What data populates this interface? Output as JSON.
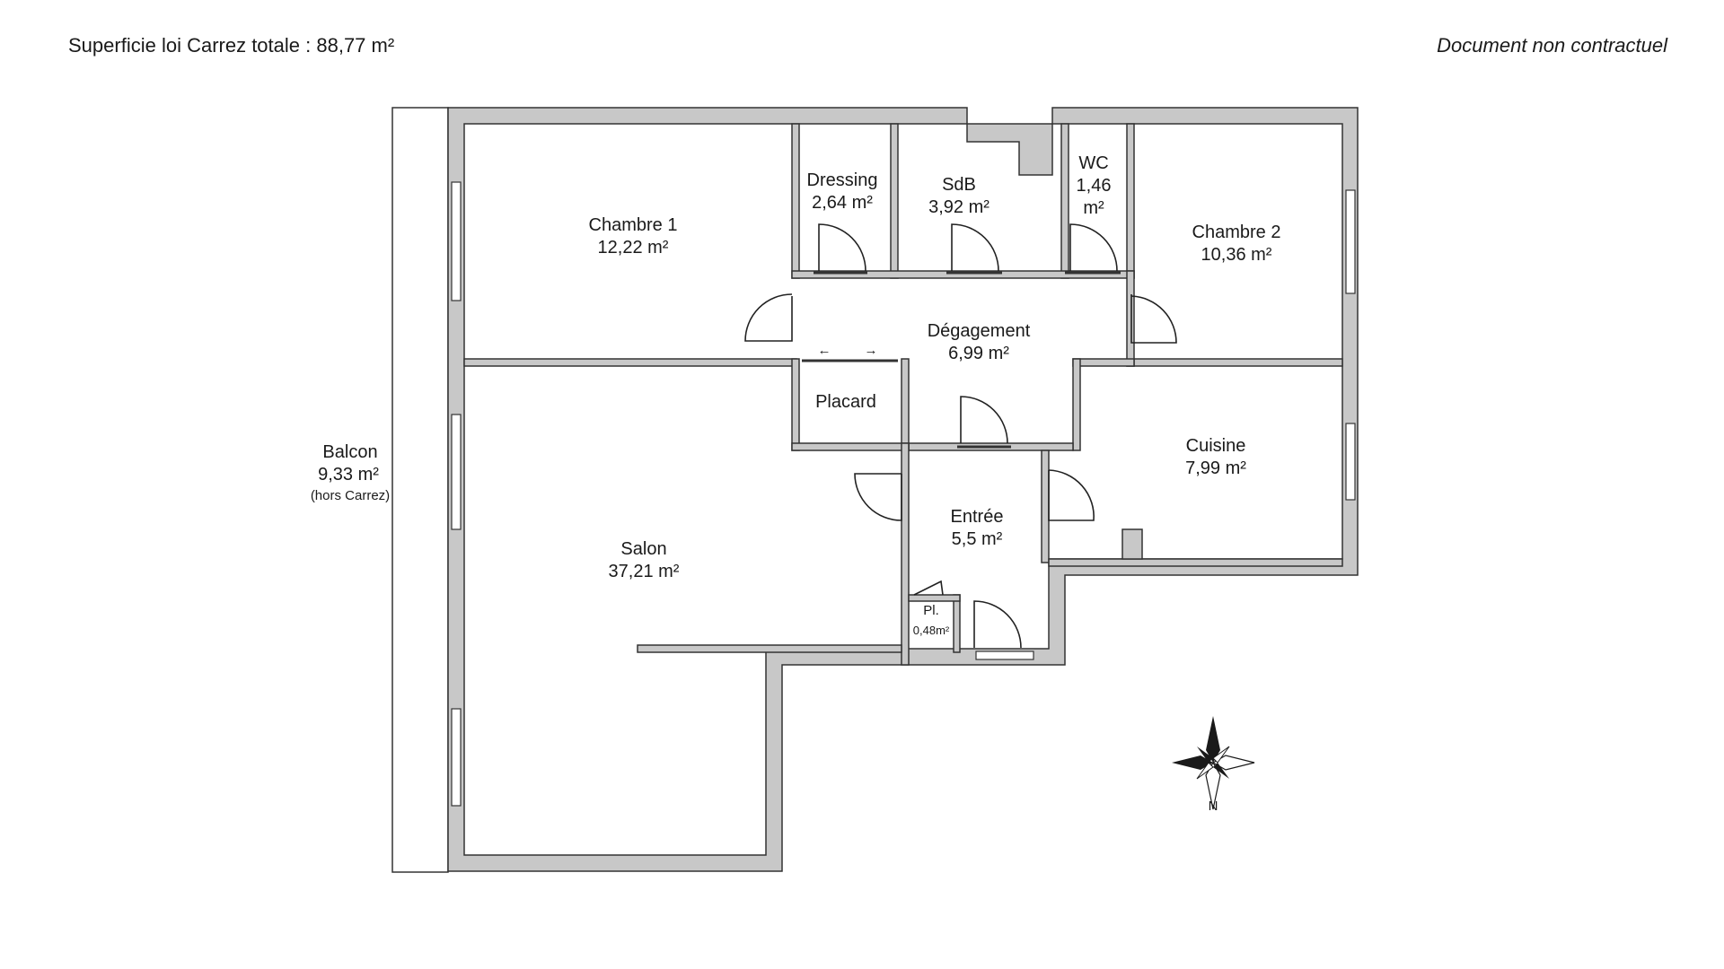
{
  "header": {
    "surface_label": "Superficie loi Carrez totale :",
    "surface_value": "88,77 m²",
    "disclaimer": "Document non contractuel"
  },
  "rooms": {
    "chambre1": {
      "name": "Chambre 1",
      "area": "12,22 m²"
    },
    "dressing": {
      "name": "Dressing",
      "area": "2,64 m²"
    },
    "sdb": {
      "name": "SdB",
      "area": "3,92 m²"
    },
    "wc": {
      "name": "WC",
      "area_line1": "1,46",
      "area_line2": "m²"
    },
    "chambre2": {
      "name": "Chambre 2",
      "area": "10,36 m²"
    },
    "degagement": {
      "name": "Dégagement",
      "area": "6,99 m²"
    },
    "placard": {
      "name": "Placard"
    },
    "cuisine": {
      "name": "Cuisine",
      "area": "7,99 m²"
    },
    "entree": {
      "name": "Entrée",
      "area": "5,5 m²"
    },
    "salon": {
      "name": "Salon",
      "area": "37,21 m²"
    },
    "placard_small": {
      "name": "Pl.",
      "area": "0,48m²"
    },
    "balcon": {
      "name": "Balcon",
      "area": "9,33 m²",
      "note": "(hors Carrez)"
    }
  },
  "compass": {
    "label": "N"
  },
  "sliding_arrows": {
    "left": "←",
    "right": "→"
  },
  "colors": {
    "wall": "#c8c8c8",
    "outline": "#333333",
    "background": "#ffffff"
  }
}
